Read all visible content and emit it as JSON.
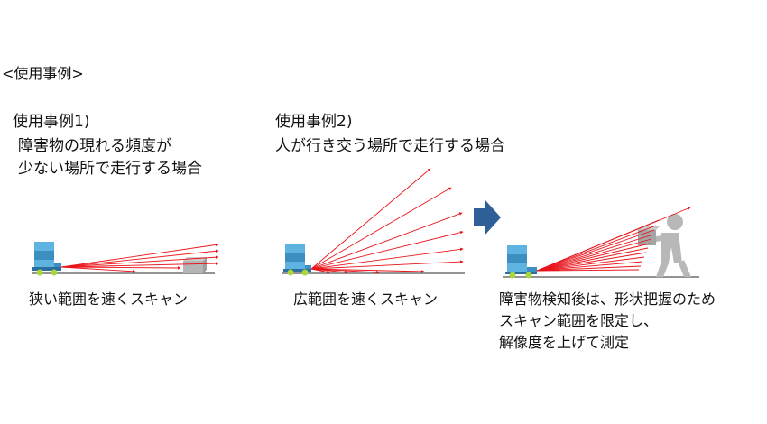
{
  "section_title": "<使用事例>",
  "case1": {
    "title": "使用事例1)",
    "description_line1": "障害物の現れる頻度が",
    "description_line2": "少ない場所で走行する場合",
    "caption": "狭い範囲を速くスキャン"
  },
  "case2": {
    "title": "使用事例2)",
    "description": "人が行き交う場所で走行する場合",
    "caption": "広範囲を速くスキャン"
  },
  "case3": {
    "caption_line1": "障害物検知後は、形状把握のため",
    "caption_line2": "スキャン範囲を限定し、",
    "caption_line3": "解像度を上げて測定"
  },
  "colors": {
    "laser": "#e8151b",
    "robot_body": "#3d8fc2",
    "robot_top": "#5fb3e0",
    "wheel": "#a9d63b",
    "arrow": "#2e5f96",
    "obstacle": "#b5b5b5",
    "person": "#b8b8b8"
  },
  "icons": [
    "robot-icon",
    "obstacle-box-icon",
    "person-carrying-box-icon",
    "next-arrow-icon"
  ]
}
